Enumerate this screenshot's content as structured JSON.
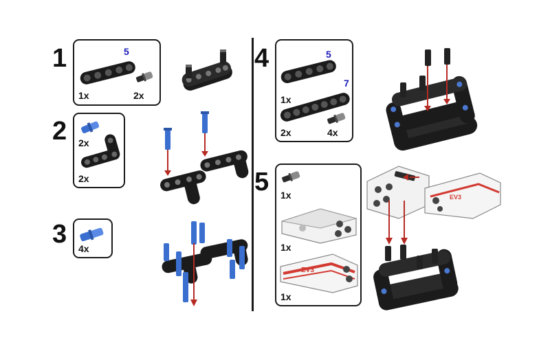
{
  "steps": [
    {
      "number": "1",
      "parts": [
        {
          "qty": "1x",
          "length": "5"
        },
        {
          "qty": "2x"
        }
      ]
    },
    {
      "number": "2",
      "parts": [
        {
          "qty": "2x"
        },
        {
          "qty": "2x"
        }
      ]
    },
    {
      "number": "3",
      "parts": [
        {
          "qty": "4x"
        }
      ]
    },
    {
      "number": "4",
      "parts": [
        {
          "qty": "1x",
          "length": "5"
        },
        {
          "qty": "2x",
          "length": "7"
        },
        {
          "qty": "4x"
        }
      ]
    },
    {
      "number": "5",
      "parts": [
        {
          "qty": "1x"
        },
        {
          "qty": "1x"
        },
        {
          "qty": "1x"
        }
      ]
    }
  ],
  "model_label": "EV3",
  "colors": {
    "beam": "#1b1b1b",
    "pin_blue": "#3a6fd0",
    "arrow": "#b52a22",
    "part_white": "#f2f2f2",
    "stripe_red": "#d23a32",
    "length_text": "#1c1cb8"
  },
  "icons": [
    "liftarm-beam-icon",
    "friction-pin-icon",
    "axle-pin-icon",
    "l-beam-icon",
    "panel-icon",
    "arrow-icon"
  ]
}
